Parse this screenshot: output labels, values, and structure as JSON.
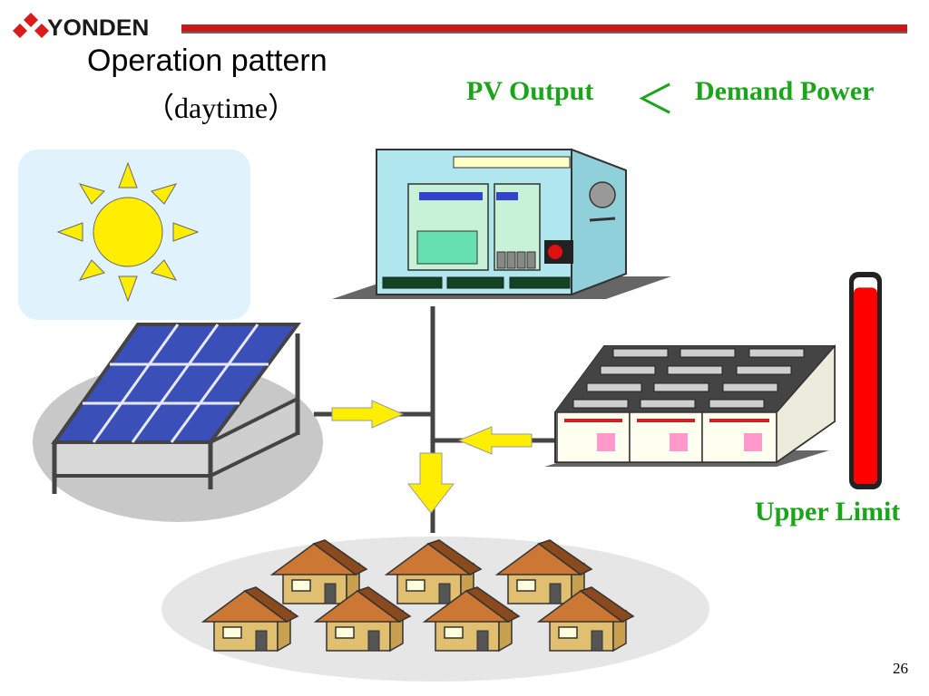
{
  "brand": {
    "logo_text": "YONDEN"
  },
  "title": {
    "line1": "Operation pattern",
    "line2": "（daytime）"
  },
  "condition": {
    "left": "PV Output",
    "operator": "＜",
    "right": "Demand Power"
  },
  "battery_gauge": {
    "label": "Upper Limit",
    "fill_level": 0.95,
    "fill_color": "#ff0000"
  },
  "colors": {
    "accent_green": "#1aa51a",
    "brand_red": "#cc1818",
    "flow_arrow": "#ffee00",
    "sun": "#ffee00",
    "sky_panel": "#e0f2fb"
  },
  "flows": [
    {
      "from": "solar-panel",
      "to": "bus"
    },
    {
      "from": "battery-bank",
      "to": "bus"
    },
    {
      "from": "bus",
      "to": "houses"
    }
  ],
  "icons": [
    "yonden-logo-icon",
    "sun-icon",
    "solar-panel-icon",
    "power-conditioner-icon",
    "battery-bank-icon",
    "house-icon"
  ],
  "page_number": "26"
}
